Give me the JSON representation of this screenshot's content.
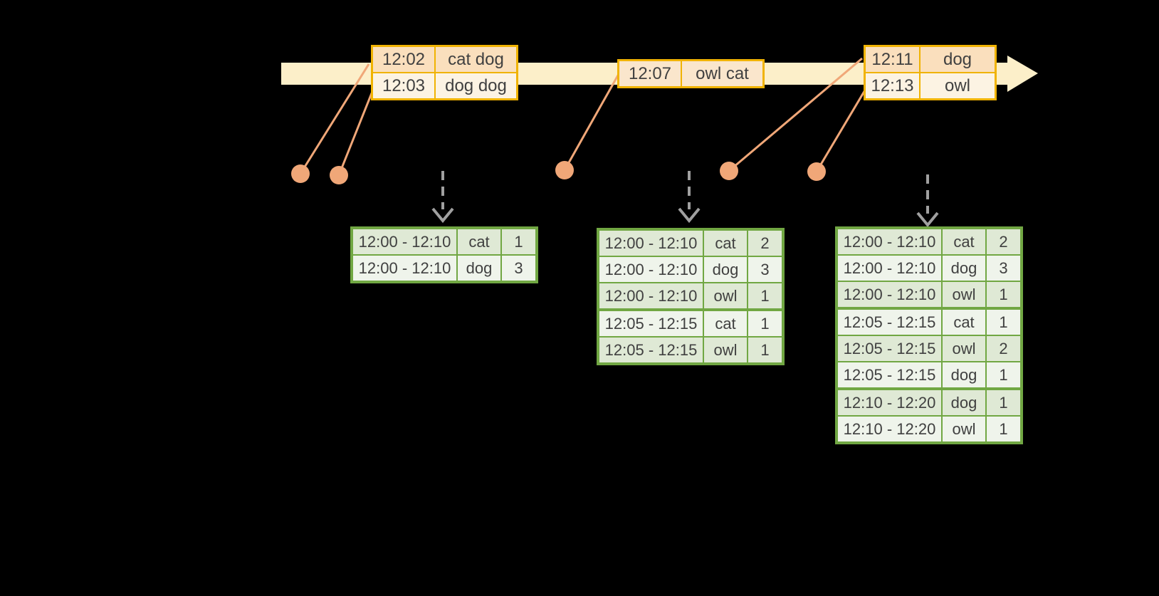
{
  "diagram": {
    "kind": "windowed-word-count-stream-timeline",
    "colors": {
      "timeline": "#FCEFC9",
      "event_border": "#F0B303",
      "event_row_a": "#FADFBD",
      "event_row_b": "#FCF3E3",
      "event_row_single": "#FAE6CC",
      "connector": "#F0A778",
      "trigger": "#A0A0A0",
      "result_border": "#71A743",
      "result_row_a": "#DFE9D5",
      "result_row_b": "#EFF4EB",
      "text": "#404040"
    },
    "icons": {
      "timeline_arrowhead": "right-arrowhead",
      "event_dot": "filled-circle",
      "trigger_arrow": "dashed-down-arrow"
    }
  },
  "event_tables": [
    {
      "rows": [
        {
          "time": "12:02",
          "words": "cat dog"
        },
        {
          "time": "12:03",
          "words": "dog dog"
        }
      ]
    },
    {
      "rows": [
        {
          "time": "12:07",
          "words": "owl cat"
        }
      ]
    },
    {
      "rows": [
        {
          "time": "12:11",
          "words": "dog"
        },
        {
          "time": "12:13",
          "words": "owl"
        }
      ]
    }
  ],
  "result_tables": [
    {
      "groups": [
        {
          "window": "12:00 - 12:10",
          "rows": [
            {
              "word": "cat",
              "count": "1"
            },
            {
              "word": "dog",
              "count": "3"
            }
          ]
        }
      ]
    },
    {
      "groups": [
        {
          "window": "12:00 - 12:10",
          "rows": [
            {
              "word": "cat",
              "count": "2"
            },
            {
              "word": "dog",
              "count": "3"
            },
            {
              "word": "owl",
              "count": "1"
            }
          ]
        },
        {
          "window": "12:05 - 12:15",
          "rows": [
            {
              "word": "cat",
              "count": "1"
            },
            {
              "word": "owl",
              "count": "1"
            }
          ]
        }
      ]
    },
    {
      "groups": [
        {
          "window": "12:00 - 12:10",
          "rows": [
            {
              "word": "cat",
              "count": "2"
            },
            {
              "word": "dog",
              "count": "3"
            },
            {
              "word": "owl",
              "count": "1"
            }
          ]
        },
        {
          "window": "12:05 - 12:15",
          "rows": [
            {
              "word": "cat",
              "count": "1"
            },
            {
              "word": "owl",
              "count": "2"
            },
            {
              "word": "dog",
              "count": "1"
            }
          ]
        },
        {
          "window": "12:10 - 12:20",
          "rows": [
            {
              "word": "dog",
              "count": "1"
            },
            {
              "word": "owl",
              "count": "1"
            }
          ]
        }
      ]
    }
  ]
}
